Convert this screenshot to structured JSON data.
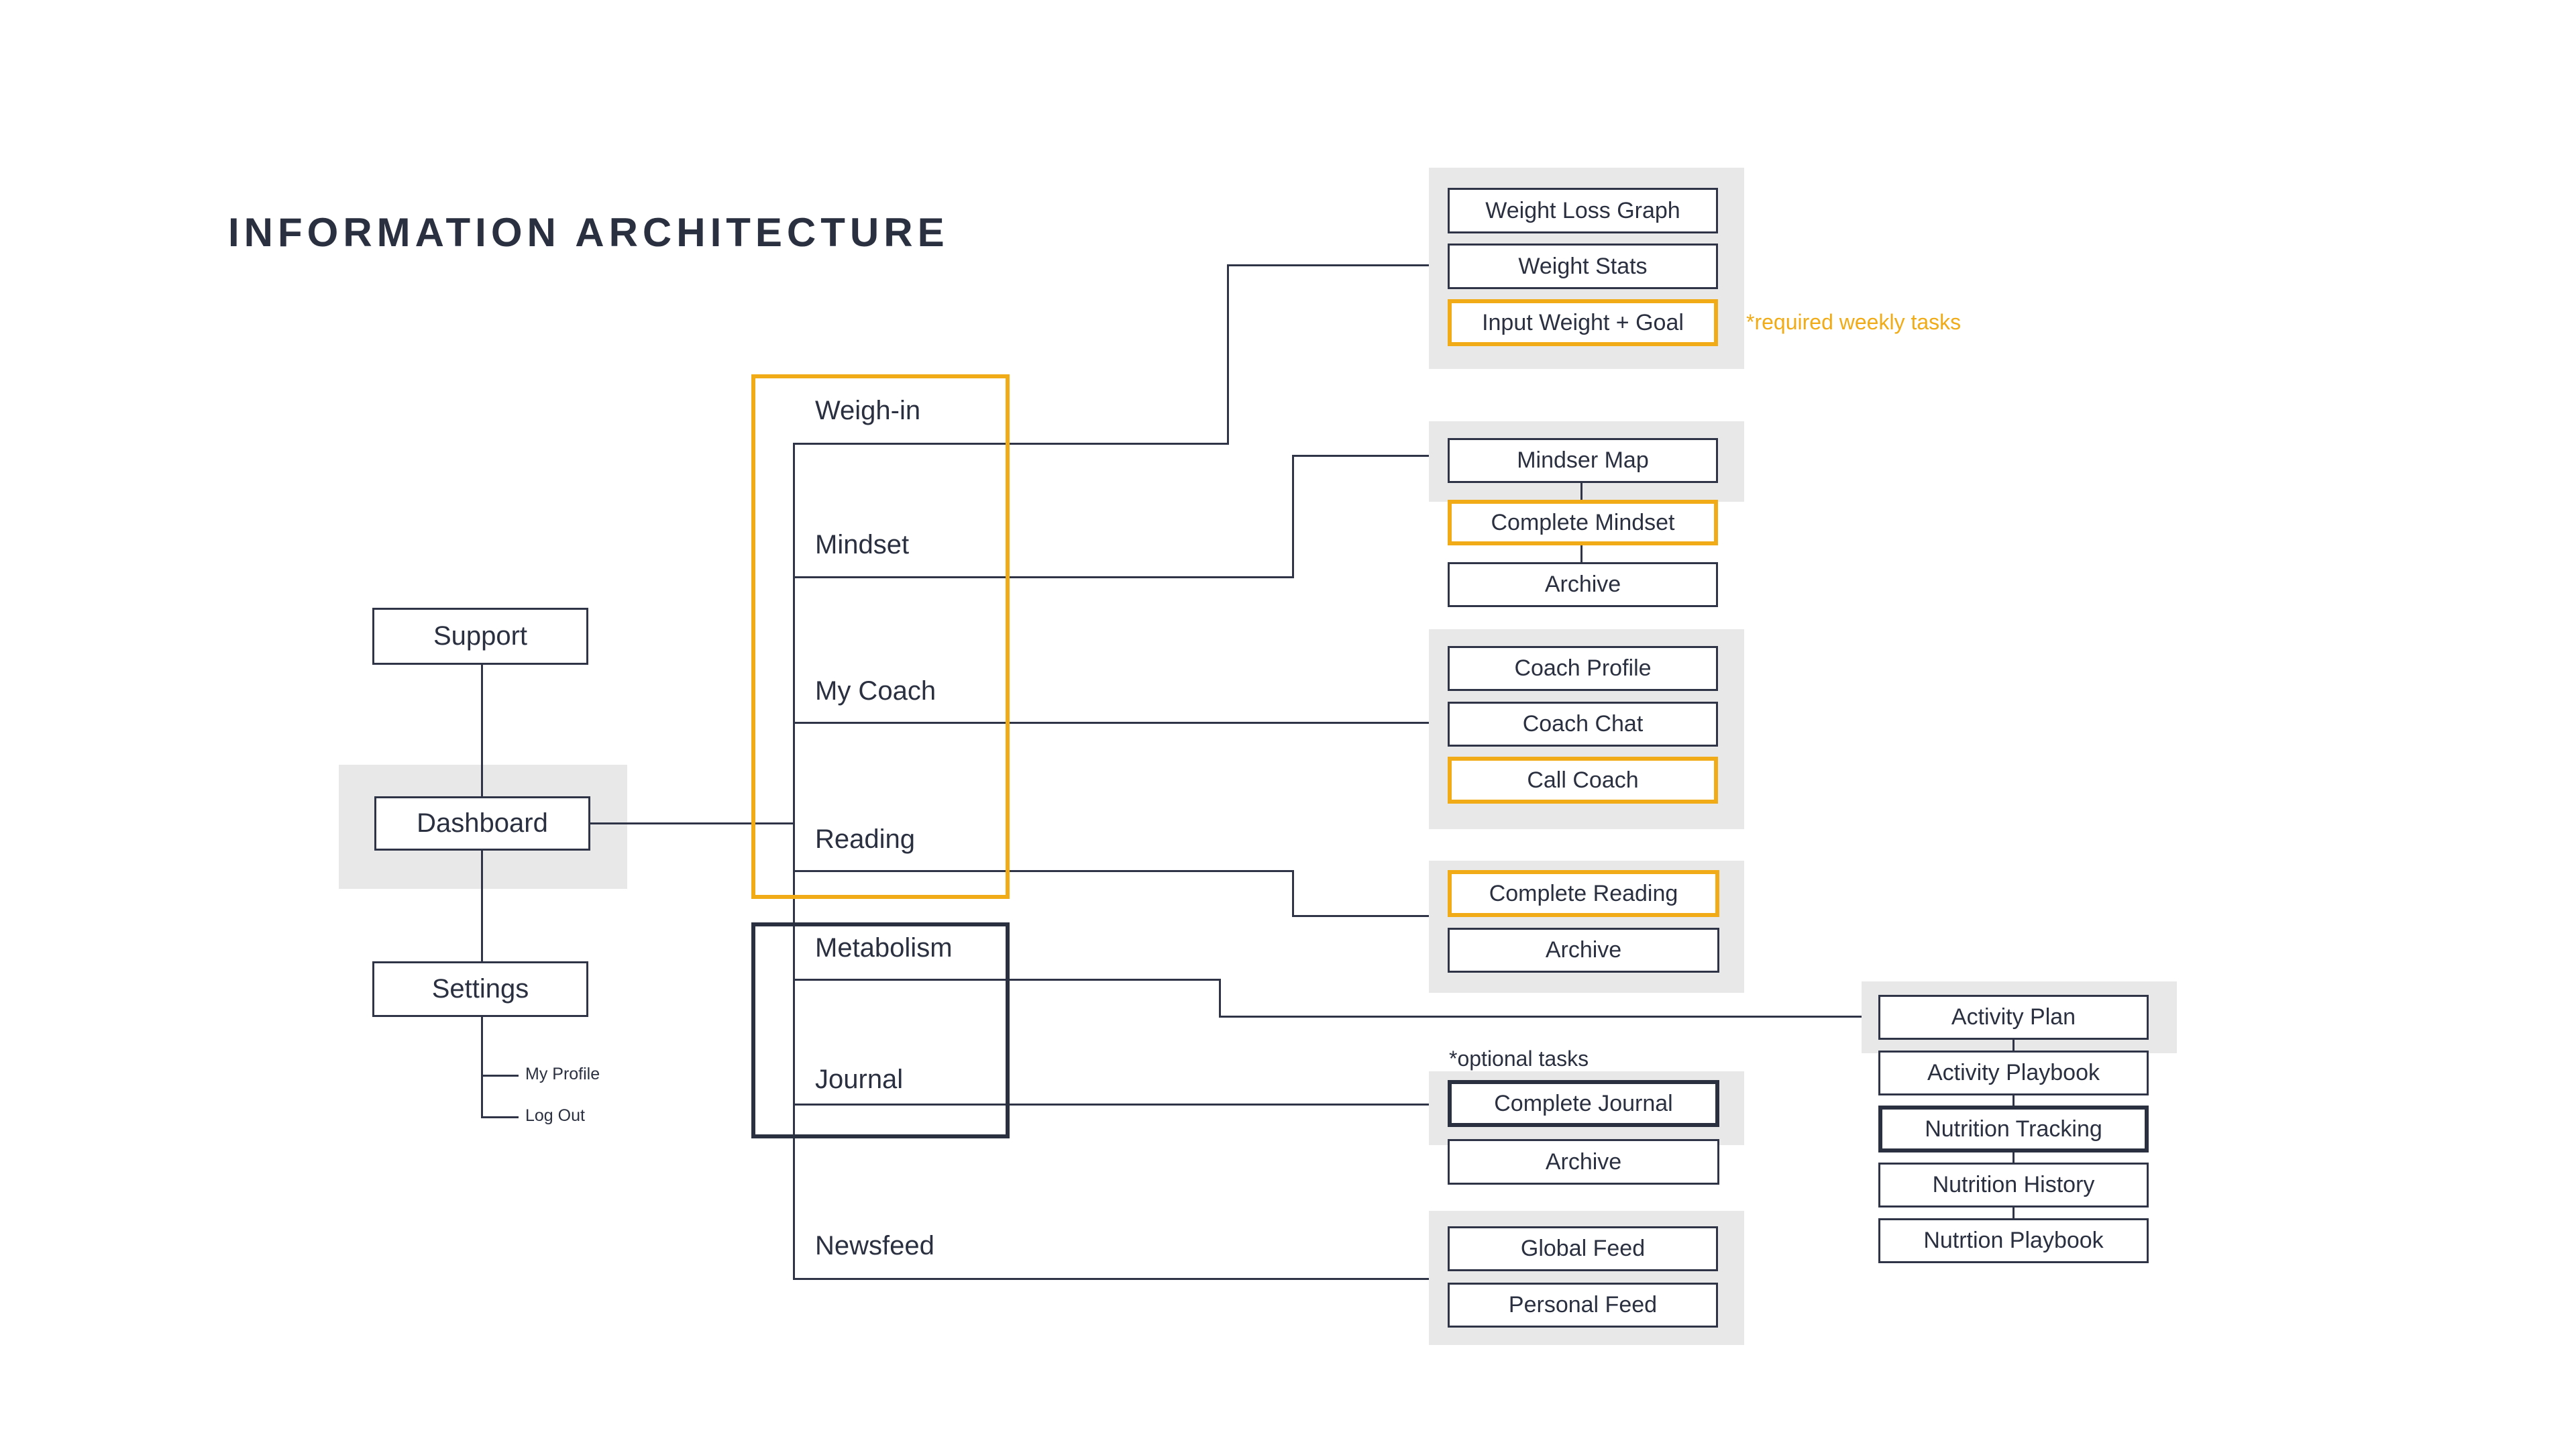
{
  "title": "INFORMATION ARCHITECTURE",
  "colors": {
    "required": "#f0ab16",
    "optional": "#2b3040",
    "line": "#2f3447",
    "group_bg": "#e8e8e8"
  },
  "left": {
    "support": "Support",
    "dashboard": "Dashboard",
    "settings": "Settings",
    "settings_items": [
      "My Profile",
      "Log Out"
    ]
  },
  "sections": [
    "Weigh-in",
    "Mindset",
    "My Coach",
    "Reading",
    "Metabolism",
    "Journal",
    "Newsfeed"
  ],
  "weighin": [
    "Weight Loss Graph",
    "Weight Stats",
    "Input Weight + Goal"
  ],
  "mindset": [
    "Mindser Map",
    "Complete Mindset",
    "Archive"
  ],
  "coach": [
    "Coach Profile",
    "Coach Chat",
    "Call Coach"
  ],
  "reading": [
    "Complete Reading",
    "Archive"
  ],
  "journal": [
    "Complete Journal",
    "Archive"
  ],
  "newsfeed": [
    "Global Feed",
    "Personal Feed"
  ],
  "metabolism": [
    "Activity Plan",
    "Activity Playbook",
    "Nutrition Tracking",
    "Nutrition History",
    "Nutrtion Playbook"
  ],
  "notes": {
    "required": "*required weekly tasks",
    "optional": "*optional tasks"
  }
}
